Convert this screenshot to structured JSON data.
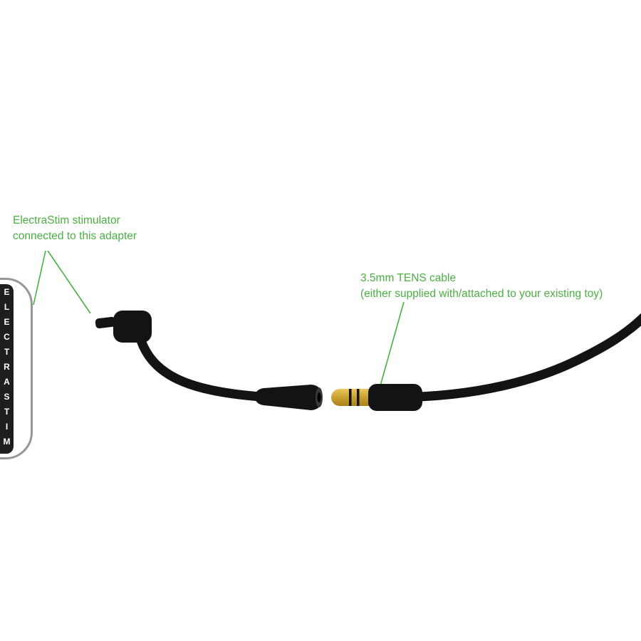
{
  "badge": {
    "text": "ELECTRASTIM"
  },
  "annotations": {
    "stimulator": {
      "line1": "ElectraStim stimulator",
      "line2": "connected to this adapter"
    },
    "tens_cable": {
      "line1": "3.5mm TENS cable",
      "line2": "(either supplied  with/attached to your existing toy)"
    }
  },
  "icons": {
    "stimulator_plug": "right-angle-plug-icon",
    "adapter_socket": "socket-connector-icon",
    "tens_plug": "gold-3.5mm-plug-icon"
  },
  "colors": {
    "annotation_green": "#4aaf42",
    "cable_black": "#131313",
    "plug_gold": "#c79c2e",
    "badge_outline_gray": "#979797",
    "badge_strip": "#1e1e1e"
  }
}
